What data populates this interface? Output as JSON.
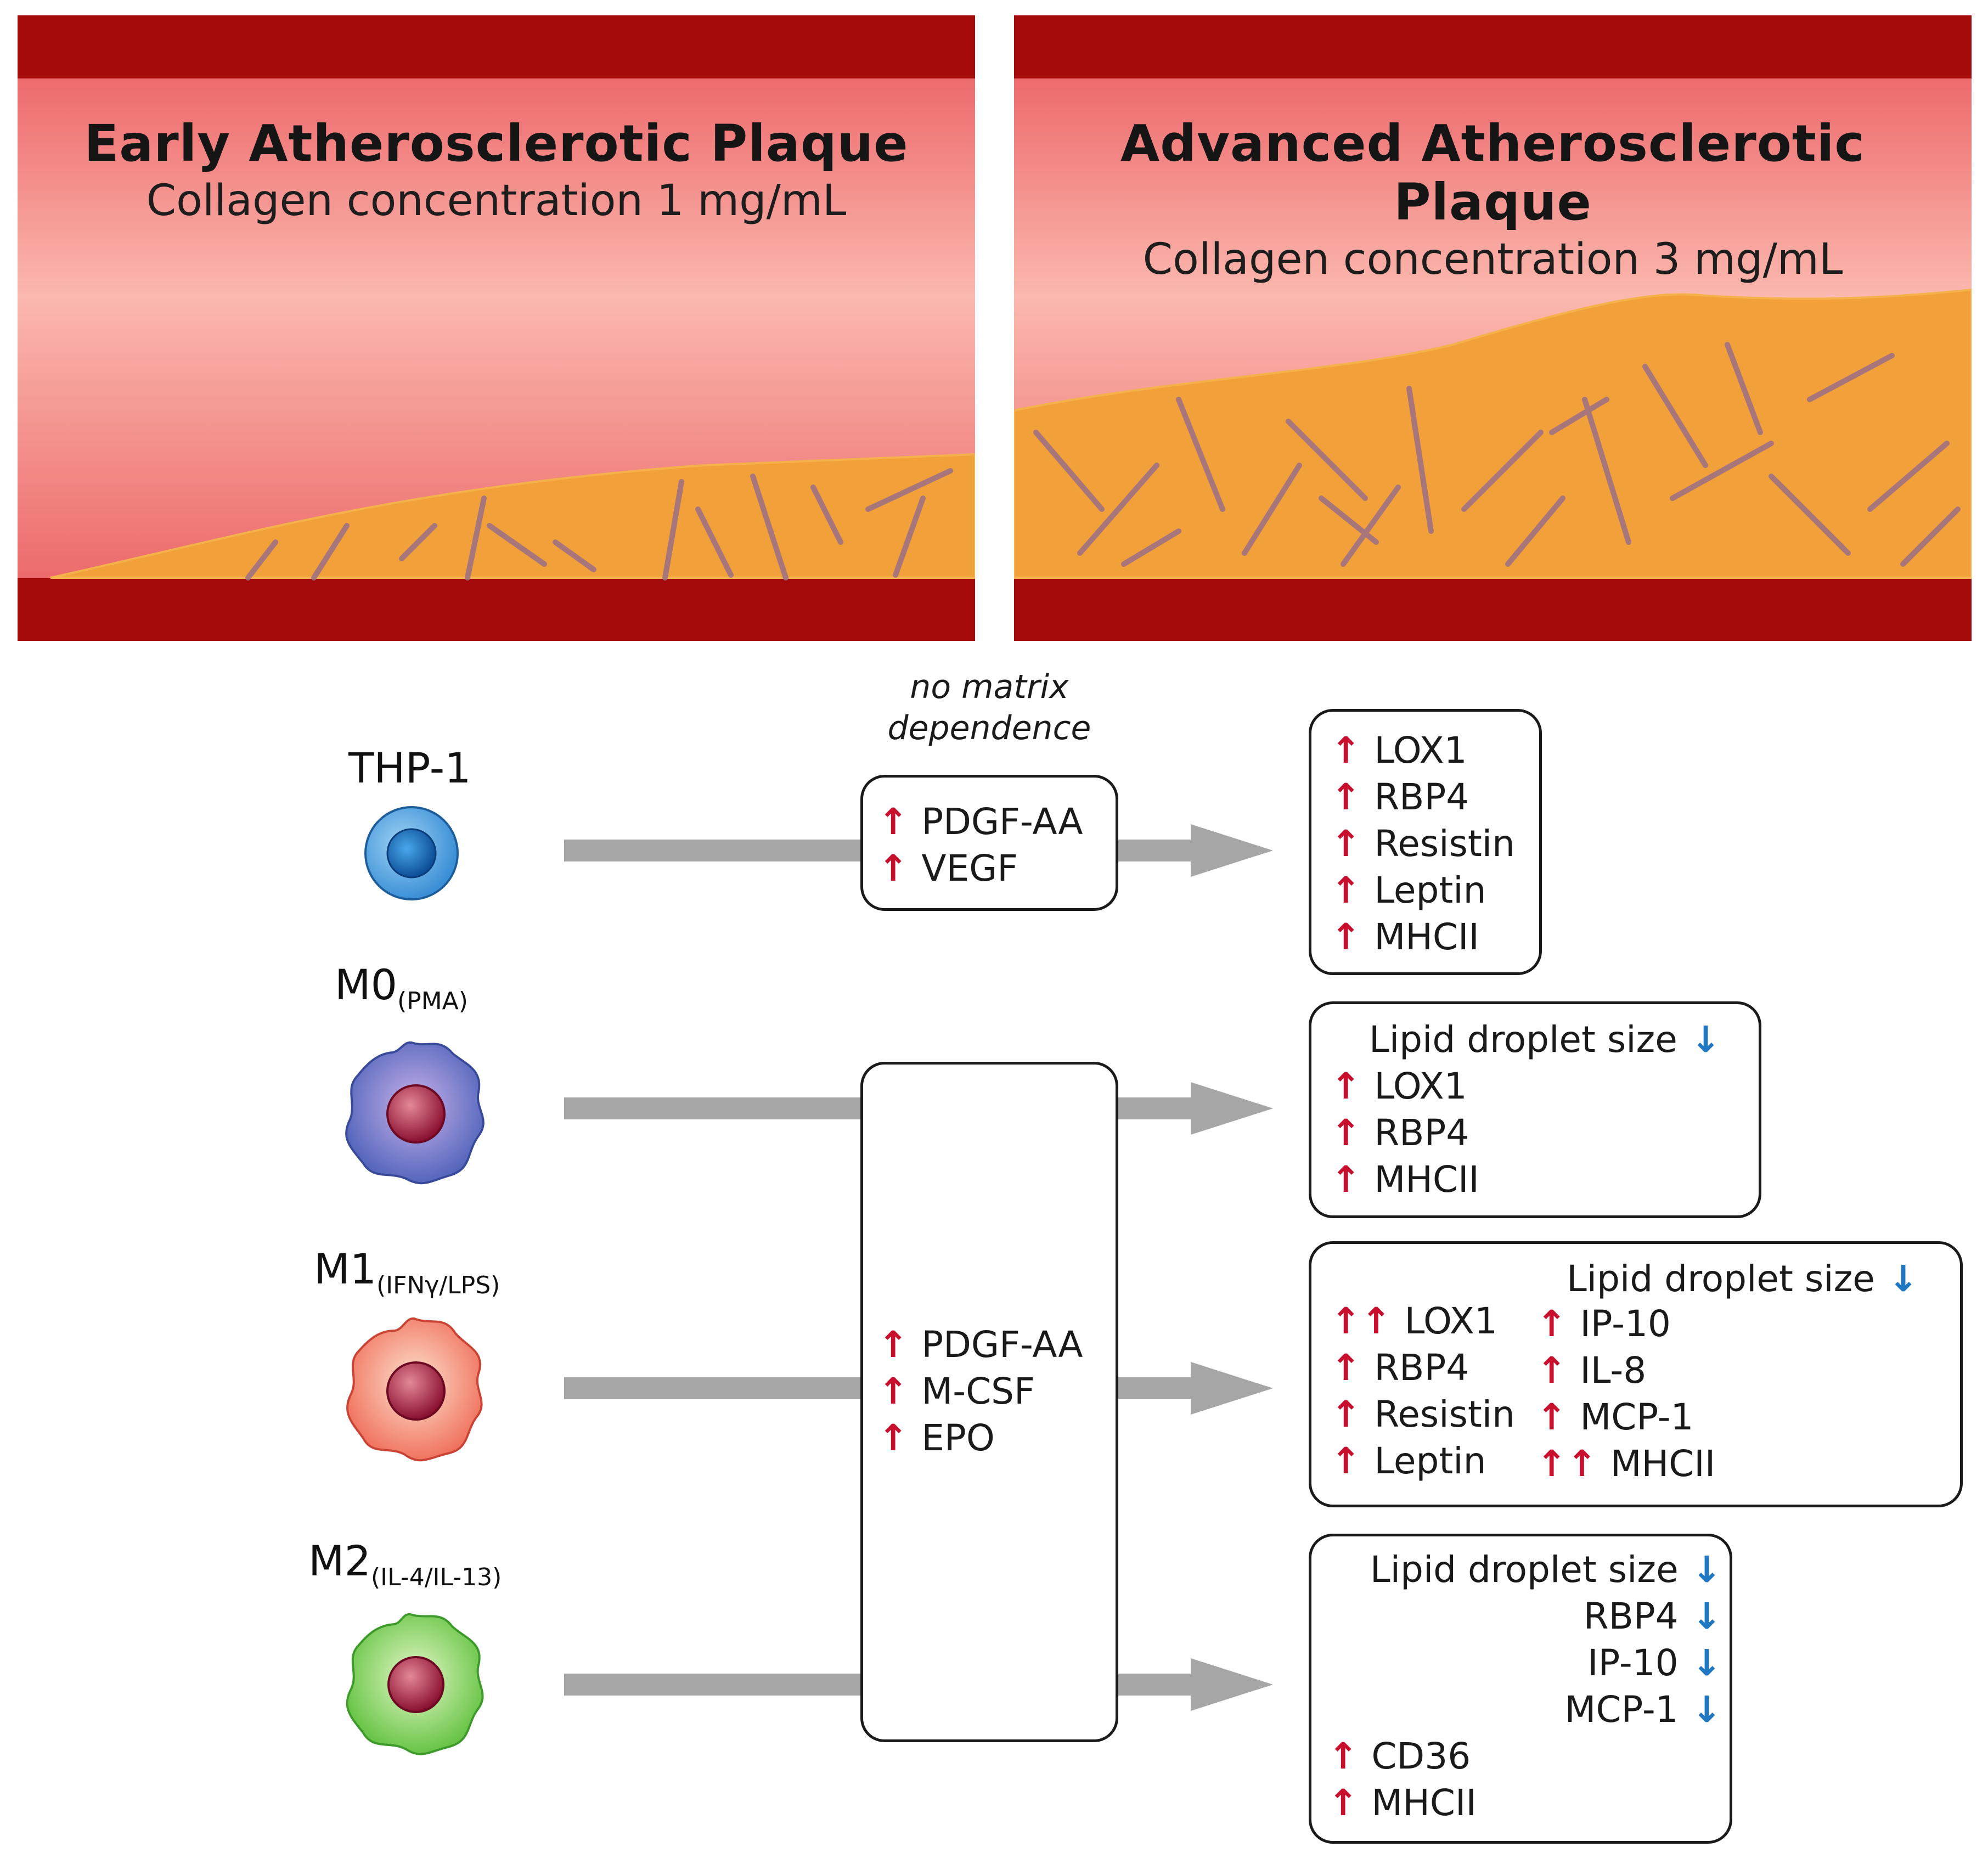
{
  "panels": {
    "early": {
      "title": "Early Atherosclerotic Plaque",
      "subtitle": "Collagen concentration 1 mg/mL"
    },
    "advanced": {
      "title": "Advanced Atherosclerotic Plaque",
      "subtitle": "Collagen concentration 3 mg/mL"
    }
  },
  "cells": {
    "thp1": {
      "label": "THP-1",
      "sub": ""
    },
    "m0": {
      "label": "M0",
      "sub": "(PMA)"
    },
    "m1": {
      "label": "M1",
      "sub": "(IFNγ/LPS)"
    },
    "m2": {
      "label": "M2",
      "sub": "(IL-4/IL-13)"
    }
  },
  "note": "no matrix dependence",
  "mid_boxes": {
    "top": [
      "PDGF-AA",
      "VEGF"
    ],
    "bottom": [
      "PDGF-AA",
      "M-CSF",
      "EPO"
    ]
  },
  "results": {
    "thp1": [
      "LOX1",
      "RBP4",
      "Resistin",
      "Leptin",
      "MHCII"
    ],
    "m0": {
      "lipid": "Lipid droplet size",
      "items": [
        "LOX1",
        "RBP4",
        "MHCII"
      ]
    },
    "m1": {
      "lipid": "Lipid droplet size",
      "left": [
        "LOX1",
        "RBP4",
        "Resistin",
        "Leptin"
      ],
      "right": [
        "IP-10",
        "IL-8",
        "MCP-1",
        "MHCII"
      ]
    },
    "m2": {
      "lipid": "Lipid droplet size",
      "down": [
        "RBP4",
        "IP-10",
        "MCP-1"
      ],
      "up": [
        "CD36",
        "MHCII"
      ]
    }
  },
  "symbols": {
    "up": "↑",
    "double_up": "↑↑",
    "down": "↓"
  },
  "colors": {
    "vessel_wall": "#a50a0a",
    "lumen": "#f08b85",
    "plaque": "#f2a03a",
    "fibers": "#9b6f86",
    "up": "#c8102e",
    "down": "#1f78c1",
    "arrow": "#a6a6a6"
  }
}
